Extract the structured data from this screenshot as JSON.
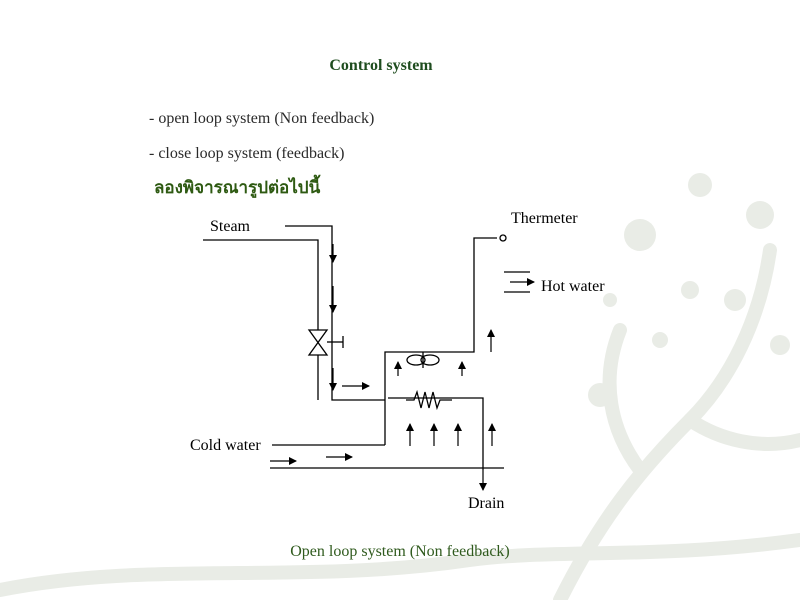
{
  "colors": {
    "heading": "#1f4d1f",
    "text": "#2a2a2a",
    "thai": "#2e5a12",
    "caption": "#2f5a1d",
    "decor": "#e9ece6"
  },
  "slide": {
    "title": "Control system",
    "bullets": [
      "- open loop system (Non feedback)",
      "- close loop system (feedback)"
    ],
    "thai_text": "ลองพิจารณารูปต่อไปนี้",
    "caption": "Open loop system (Non feedback)"
  },
  "diagram": {
    "labels": {
      "steam": "Steam",
      "thermometer": "Thermeter",
      "hot_water": "Hot water",
      "cold_water": "Cold water",
      "drain": "Drain"
    }
  }
}
